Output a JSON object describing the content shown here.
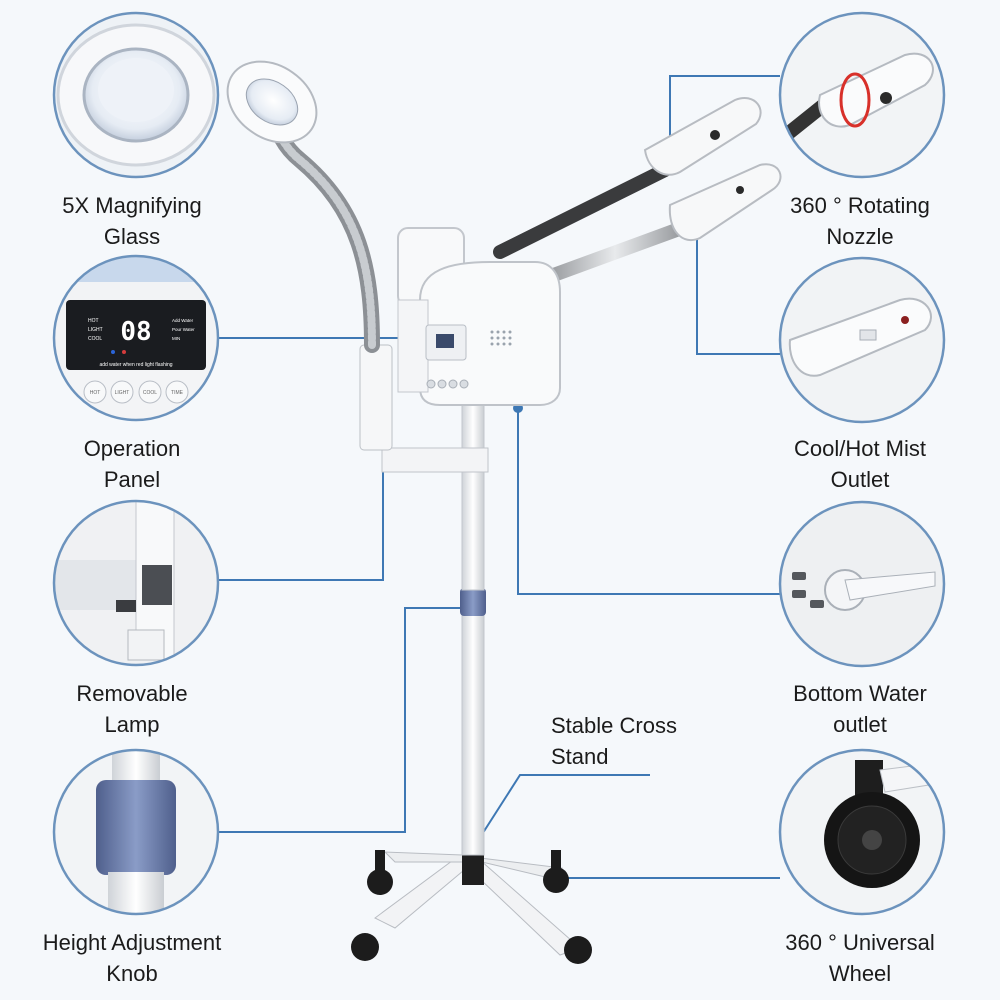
{
  "labels": {
    "magnifying_glass": [
      "5X Magnifying",
      "Glass"
    ],
    "operation_panel": [
      "Operation",
      "Panel"
    ],
    "removable_lamp": [
      "Removable",
      "Lamp"
    ],
    "height_knob": [
      "Height Adjustment",
      "Knob"
    ],
    "rotating_nozzle": [
      "360 °  Rotating",
      "Nozzle"
    ],
    "mist_outlet": [
      "Cool/Hot Mist",
      "Outlet"
    ],
    "water_outlet": [
      "Bottom Water",
      "outlet"
    ],
    "universal_wheel": [
      "360 ° Universal",
      "Wheel"
    ],
    "cross_stand": [
      "Stable Cross",
      "Stand"
    ]
  },
  "panel": {
    "display": "08",
    "left_labels": [
      "HOT",
      "LIGHT",
      "COOL"
    ],
    "right_labels": [
      "Add Water",
      "Pour Water",
      "MIN"
    ],
    "notice": "add water when red light flashing",
    "buttons": [
      "HOT",
      "LIGHT",
      "COOL",
      "TIME"
    ]
  },
  "colors": {
    "accent": "#3e78b4",
    "circle_border": "#6c93bd",
    "knob": "#6f82b0",
    "background": "#f5f8fb"
  }
}
